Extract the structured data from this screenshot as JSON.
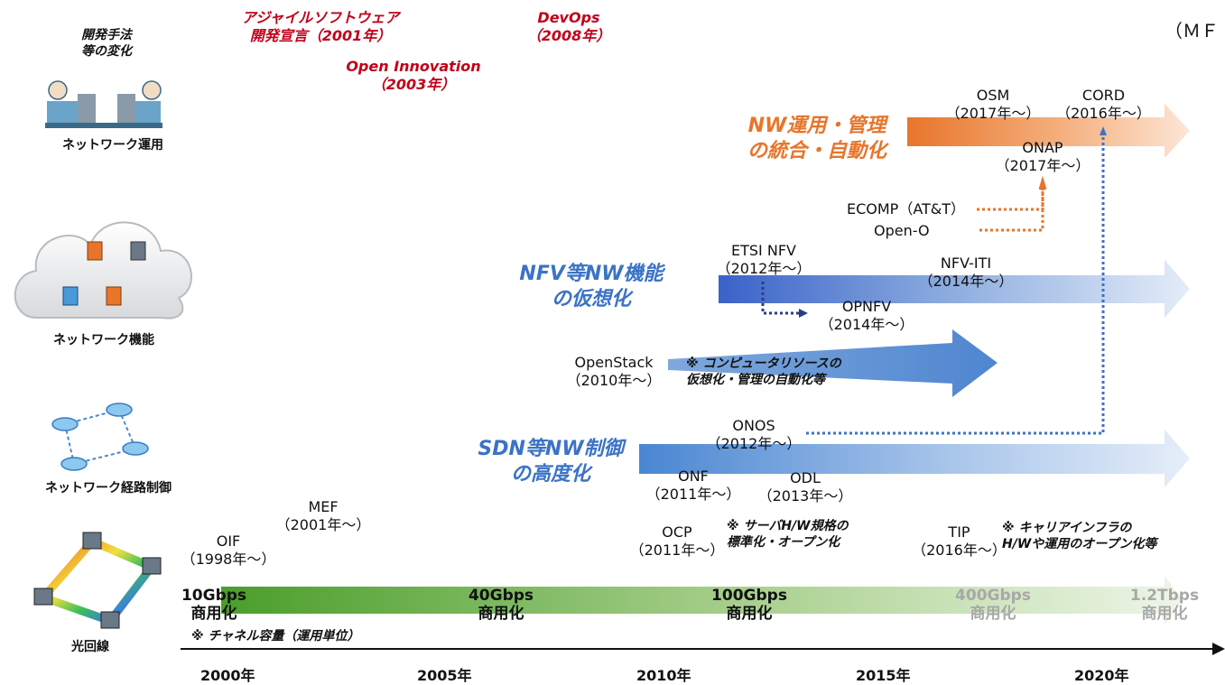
{
  "header": {
    "method_change_label": "開発手法\n等の変化",
    "unit_label": "（ＭＦ",
    "agile": "アジャイルソフトウェア\n開発宣言（2001年）",
    "open_innovation": "Open Innovation\n（2003年）",
    "devops": "DevOps\n（2008年）"
  },
  "categories": {
    "network_operation": "ネットワーク運用",
    "network_function": "ネットワーク機能",
    "network_routing": "ネットワーク経路制御",
    "optical_line": "光回線"
  },
  "themes": {
    "nw_ops": "NW運用・管理\nの統合・自動化",
    "nfv": "NFV等NW機能\nの仮想化",
    "sdn": "SDN等NW制御\nの高度化"
  },
  "items": {
    "osm": "OSM\n（2017年～）",
    "cord": "CORD\n（2016年～）",
    "onap": "ONAP\n（2017年～）",
    "ecomp": "ECOMP（AT&T）",
    "open_o": "Open-O",
    "etsi_nfv": "ETSI NFV\n（2012年～）",
    "nfv_iti": "NFV-ITI\n（2014年～）",
    "opnfv": "OPNFV\n（2014年～）",
    "openstack": "OpenStack\n（2010年～）",
    "openstack_note": "※ コンピュータリソースの\n仮想化・管理の自動化等",
    "onos": "ONOS\n（2012年～）",
    "onf": "ONF\n（2011年～）",
    "odl": "ODL\n（2013年～）",
    "mef": "MEF\n（2001年～）",
    "oif": "OIF\n（1998年～）",
    "ocp": "OCP\n（2011年～）",
    "ocp_note": "※ サーバH/W規格の\n標準化・オープン化",
    "tip": "TIP\n（2016年～）",
    "tip_note": "※ キャリアインフラの\nH/Wや運用のオープン化等"
  },
  "speeds": {
    "s10g": "10Gbps\n商用化",
    "s40g": "40Gbps\n商用化",
    "s100g": "100Gbps\n商用化",
    "s400g": "400Gbps\n商用化",
    "s1_2t": "1.2Tbps\n商用化",
    "channel_note": "※ チャネル容量（運用単位）"
  },
  "timeline": {
    "years": [
      "2000年",
      "2005年",
      "2010年",
      "2015年",
      "2020年"
    ]
  },
  "colors": {
    "orange": "#e8752a",
    "blue": "#3b73c6",
    "green": "#5aa832",
    "red": "#c0001a"
  }
}
